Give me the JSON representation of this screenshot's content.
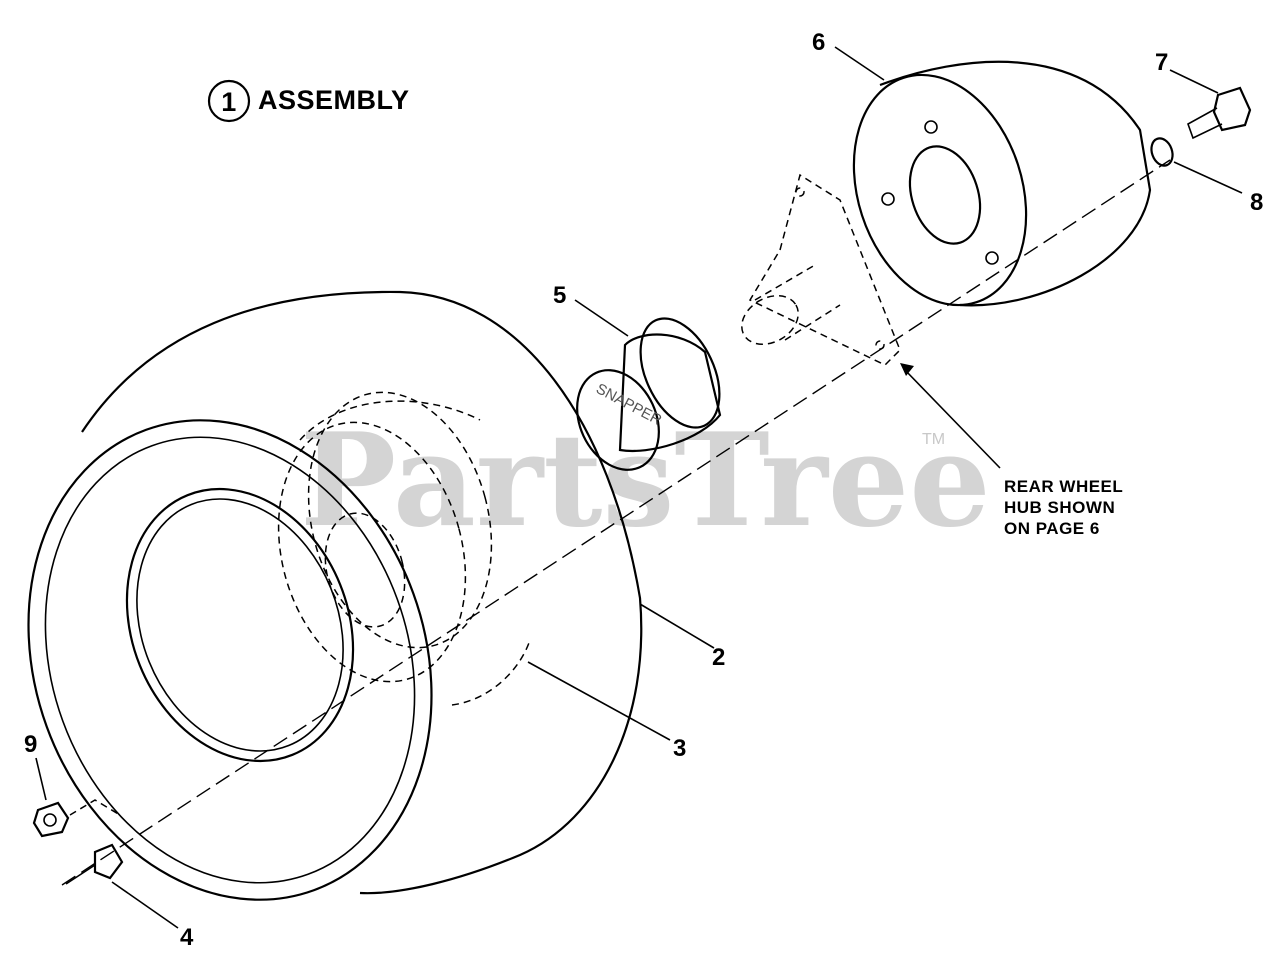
{
  "diagram": {
    "title_number": "1",
    "title": "ASSEMBLY",
    "callouts": {
      "c2": "2",
      "c3": "3",
      "c4": "4",
      "c5": "5",
      "c6": "6",
      "c7": "7",
      "c8": "8",
      "c9": "9"
    },
    "note": {
      "line1": "REAR WHEEL",
      "line2": "HUB SHOWN",
      "line3": "ON PAGE 6"
    },
    "hub_cap_text": "SNAPPER",
    "watermark": "PartsTree",
    "watermark_tm": "TM"
  }
}
